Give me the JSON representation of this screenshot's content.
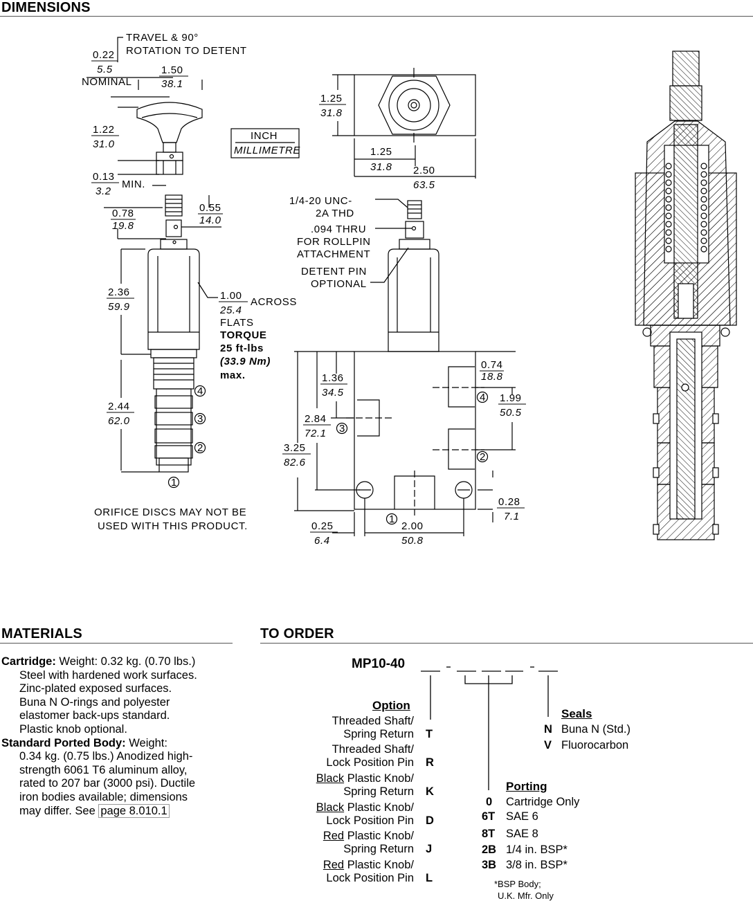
{
  "sections": {
    "dimensions_title": "DIMENSIONS",
    "materials_title": "MATERIALS",
    "order_title": "TO ORDER"
  },
  "dims": {
    "travel_note_1": "TRAVEL & 90°",
    "travel_note_2": "ROTATION TO DETENT",
    "d022_in": "0.22",
    "d022_mm": "5.5",
    "nominal": "NOMINAL",
    "d150_in": "1.50",
    "d150_mm": "38.1",
    "d122_in": "1.22",
    "d122_mm": "31.0",
    "unit_inch": "INCH",
    "unit_mm": "MILLIMETRE",
    "d013_in": "0.13",
    "d013_mm": "3.2",
    "min": "MIN.",
    "d078_in": "0.78",
    "d078_mm": "19.8",
    "d055_in": "0.55",
    "d055_mm": "14.0",
    "d236_in": "2.36",
    "d236_mm": "59.9",
    "d100_in": "1.00",
    "d100_mm": "25.4",
    "across": "ACROSS",
    "flats": "FLATS",
    "torque": "TORQUE",
    "torque_val": "25 ft-lbs",
    "torque_nm": "(33.9 Nm)",
    "max": "max.",
    "d244_in": "2.44",
    "d244_mm": "62.0",
    "port1": "1",
    "port2": "2",
    "port3": "3",
    "port4": "4",
    "orifice_1": "ORIFICE DISCS MAY NOT BE",
    "orifice_2": "USED WITH THIS PRODUCT.",
    "d125a_in": "1.25",
    "d125a_mm": "31.8",
    "d125b_in": "1.25",
    "d125b_mm": "31.8",
    "d250_in": "2.50",
    "d250_mm": "63.5",
    "thread_1": "1/4-20 UNC-",
    "thread_2": "2A THD",
    "thru_1": ".094 THRU",
    "thru_2": "FOR ROLLPIN",
    "thru_3": "ATTACHMENT",
    "detent_1": "DETENT PIN",
    "detent_2": "OPTIONAL",
    "d136_in": "1.36",
    "d136_mm": "34.5",
    "d284_in": "2.84",
    "d284_mm": "72.1",
    "d325_in": "3.25",
    "d325_mm": "82.6",
    "d074_in": "0.74",
    "d074_mm": "18.8",
    "d199_in": "1.99",
    "d199_mm": "50.5",
    "d028_in": "0.28",
    "d028_mm": "7.1",
    "d025_in": "0.25",
    "d025_mm": "6.4",
    "d200_in": "2.00",
    "d200_mm": "50.8"
  },
  "materials": {
    "cartridge_label": "Cartridge:",
    "cartridge_line1": " Weight: 0.32 kg. (0.70 lbs.)",
    "cartridge_lines": [
      "Steel with hardened work surfaces.",
      "Zinc-plated exposed surfaces.",
      "Buna N O-rings and polyester",
      "elastomer back-ups standard.",
      "Plastic knob optional."
    ],
    "body_label": "Standard Ported Body:",
    "body_line1": " Weight:",
    "body_lines": [
      "0.34 kg. (0.75 lbs.) Anodized high-",
      "strength 6061 T6 aluminum alloy,",
      "rated to 207 bar (3000 psi). Ductile",
      "iron bodies available; dimensions"
    ],
    "body_last": "may differ. See ",
    "page_link": "page 8.010.1"
  },
  "order": {
    "model": "MP10-40",
    "option_header": "Option",
    "options": [
      {
        "l1": "Threaded Shaft/",
        "l1u": "",
        "l2": "Spring Return",
        "code": "T"
      },
      {
        "l1": "Threaded Shaft/",
        "l1u": "",
        "l2": "Lock Position Pin",
        "code": "R"
      },
      {
        "l1": " Plastic Knob/",
        "l1u": "Black",
        "l2": "Spring Return",
        "code": "K"
      },
      {
        "l1": " Plastic Knob/",
        "l1u": "Black",
        "l2": "Lock Position Pin",
        "code": "D"
      },
      {
        "l1": " Plastic Knob/",
        "l1u": "Red",
        "l2": "Spring Return",
        "code": "J"
      },
      {
        "l1": " Plastic Knob/",
        "l1u": "Red",
        "l2": "Lock Position Pin",
        "code": "L"
      }
    ],
    "seals_header": "Seals",
    "seals": [
      {
        "code": "N",
        "label": "Buna N (Std.)"
      },
      {
        "code": "V",
        "label": "Fluorocarbon"
      }
    ],
    "porting_header": "Porting",
    "porting": [
      {
        "code": "0",
        "label": "Cartridge Only"
      },
      {
        "code": "6T",
        "label": "SAE 6"
      },
      {
        "code": "8T",
        "label": "SAE 8"
      },
      {
        "code": "2B",
        "label": "1/4 in. BSP*"
      },
      {
        "code": "3B",
        "label": "3/8 in. BSP*"
      }
    ],
    "bsp_note_1": "*BSP Body;",
    "bsp_note_2": "U.K. Mfr. Only"
  }
}
